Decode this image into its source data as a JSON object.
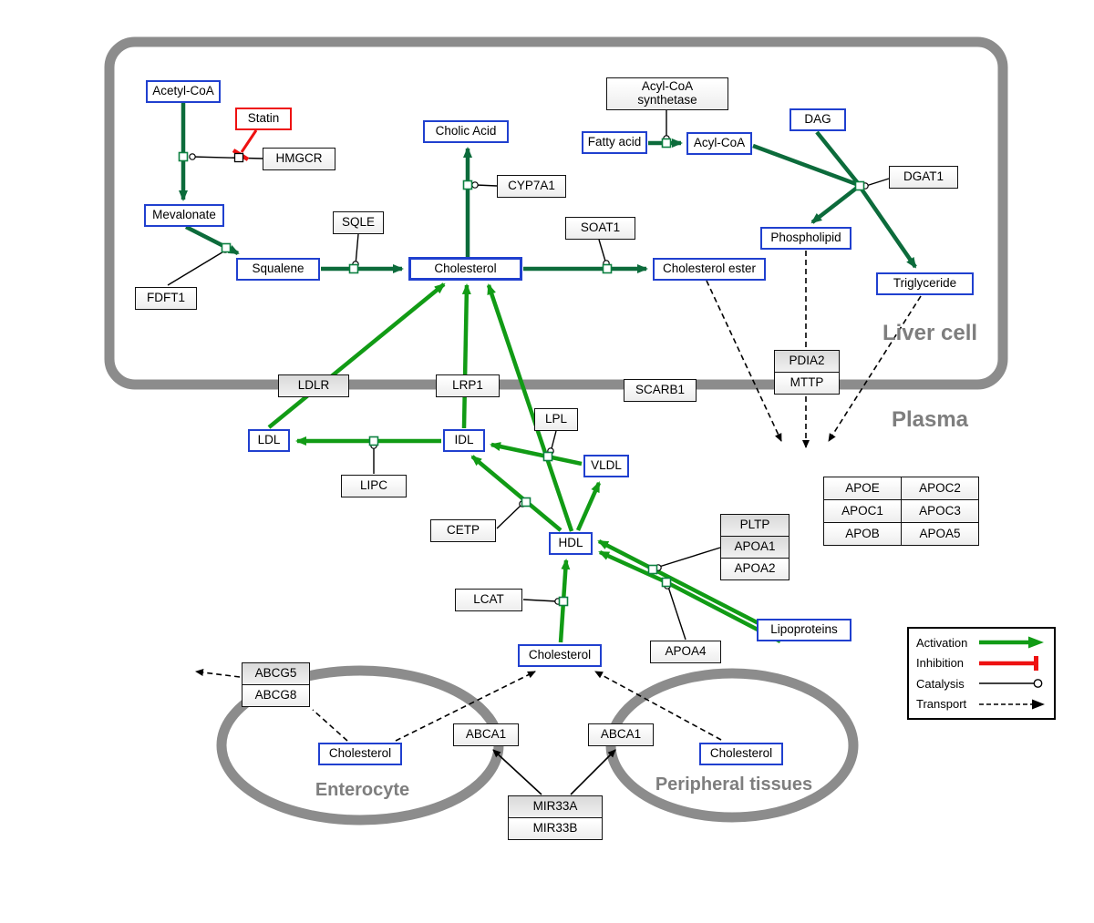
{
  "regions": {
    "liver": "Liver cell",
    "plasma": "Plasma",
    "enterocyte": "Enterocyte",
    "peripheral": "Peripheral tissues"
  },
  "nodes": {
    "acetyl_coa": {
      "label": "Acetyl-CoA",
      "kind": "metabolite"
    },
    "statin": {
      "label": "Statin",
      "kind": "inhibitor"
    },
    "hmgcr": {
      "label": "HMGCR",
      "kind": "gene"
    },
    "mevalonate": {
      "label": "Mevalonate",
      "kind": "metabolite"
    },
    "fdft1": {
      "label": "FDFT1",
      "kind": "gene"
    },
    "squalene": {
      "label": "Squalene",
      "kind": "metabolite"
    },
    "sqle": {
      "label": "SQLE",
      "kind": "gene"
    },
    "cholesterol_liver": {
      "label": "Cholesterol",
      "kind": "metabolite"
    },
    "cholic_acid": {
      "label": "Cholic Acid",
      "kind": "metabolite"
    },
    "cyp7a1": {
      "label": "CYP7A1",
      "kind": "gene"
    },
    "soat1": {
      "label": "SOAT1",
      "kind": "gene"
    },
    "cholesterol_ester": {
      "label": "Cholesterol ester",
      "kind": "metabolite"
    },
    "acyl_coa_synthetase": {
      "label": "Acyl-CoA\nsynthetase",
      "kind": "gene"
    },
    "fatty_acid": {
      "label": "Fatty acid",
      "kind": "metabolite"
    },
    "acyl_coa": {
      "label": "Acyl-CoA",
      "kind": "metabolite"
    },
    "dag": {
      "label": "DAG",
      "kind": "metabolite"
    },
    "dgat1": {
      "label": "DGAT1",
      "kind": "gene"
    },
    "phospholipid": {
      "label": "Phospholipid",
      "kind": "metabolite"
    },
    "triglyceride": {
      "label": "Triglyceride",
      "kind": "metabolite"
    },
    "ldlr": {
      "label": "LDLR",
      "kind": "gene"
    },
    "lrp1": {
      "label": "LRP1",
      "kind": "gene"
    },
    "scarb1": {
      "label": "SCARB1",
      "kind": "gene"
    },
    "pdia2": {
      "label": "PDIA2",
      "kind": "gene"
    },
    "mttp": {
      "label": "MTTP",
      "kind": "gene"
    },
    "ldl": {
      "label": "LDL",
      "kind": "metabolite"
    },
    "idl": {
      "label": "IDL",
      "kind": "metabolite"
    },
    "lipc": {
      "label": "LIPC",
      "kind": "gene"
    },
    "lpl": {
      "label": "LPL",
      "kind": "gene"
    },
    "vldl": {
      "label": "VLDL",
      "kind": "metabolite"
    },
    "cetp": {
      "label": "CETP",
      "kind": "gene"
    },
    "hdl": {
      "label": "HDL",
      "kind": "metabolite"
    },
    "pltp": {
      "label": "PLTP",
      "kind": "gene"
    },
    "apoa1": {
      "label": "APOA1",
      "kind": "gene"
    },
    "apoa2": {
      "label": "APOA2",
      "kind": "gene"
    },
    "lcat": {
      "label": "LCAT",
      "kind": "gene"
    },
    "apoa4": {
      "label": "APOA4",
      "kind": "gene"
    },
    "lipoproteins": {
      "label": "Lipoproteins",
      "kind": "metabolite"
    },
    "apoe": {
      "label": "APOE",
      "kind": "gene"
    },
    "apoc2": {
      "label": "APOC2",
      "kind": "gene"
    },
    "apoc1": {
      "label": "APOC1",
      "kind": "gene"
    },
    "apoc3": {
      "label": "APOC3",
      "kind": "gene"
    },
    "apob": {
      "label": "APOB",
      "kind": "gene"
    },
    "apoa5": {
      "label": "APOA5",
      "kind": "gene"
    },
    "cholesterol_plasma": {
      "label": "Cholesterol",
      "kind": "metabolite"
    },
    "abcg5": {
      "label": "ABCG5",
      "kind": "gene"
    },
    "abcg8": {
      "label": "ABCG8",
      "kind": "gene"
    },
    "cholesterol_enterocyte": {
      "label": "Cholesterol",
      "kind": "metabolite"
    },
    "abca1_enterocyte": {
      "label": "ABCA1",
      "kind": "gene"
    },
    "abca1_peripheral": {
      "label": "ABCA1",
      "kind": "gene"
    },
    "cholesterol_peripheral": {
      "label": "Cholesterol",
      "kind": "metabolite"
    },
    "mir33a": {
      "label": "MIR33A",
      "kind": "gene"
    },
    "mir33b": {
      "label": "MIR33B",
      "kind": "gene"
    }
  },
  "legend": {
    "items": [
      {
        "label": "Activation",
        "symbol": "activation-arrow"
      },
      {
        "label": "Inhibition",
        "symbol": "inhibition-bar"
      },
      {
        "label": "Catalysis",
        "symbol": "catalysis-circle"
      },
      {
        "label": "Transport",
        "symbol": "transport-dashed-arrow"
      }
    ]
  },
  "colors": {
    "metabolite_border": "#2040cf",
    "gene_border": "#111111",
    "inhibitor_border": "#ee1111",
    "conversion_green": "#0c6b3b",
    "activation_green": "#119b15",
    "inhibition_red": "#ee1111",
    "membrane_gray": "#8c8c8c",
    "region_label_gray": "#7e7e7e"
  }
}
